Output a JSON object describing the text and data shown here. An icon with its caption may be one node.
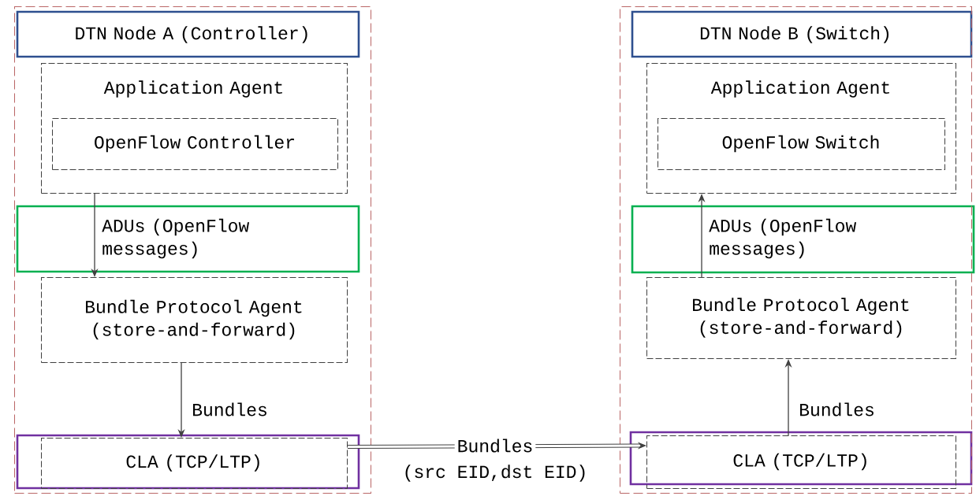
{
  "diagram": {
    "nodes": [
      {
        "text": [
          "DTN Node A (Controller)"
        ]
      },
      {
        "text": [
          "Application Agent"
        ],
        "in": 0
      },
      {
        "text": [
          "OpenFlow Controller"
        ],
        "in": 1
      },
      {
        "text": [
          "Bundle Protocol Agent (store-and-forward)"
        ],
        "in": 0
      },
      {
        "text": [
          "CLA (TCP/LTP)"
        ],
        "in": 0
      },
      {
        "text": [
          "DTN Node B (Switch)"
        ]
      },
      {
        "text": [
          "Application Agent"
        ],
        "in": 5
      },
      {
        "text": [
          "OpenFlow Switch"
        ],
        "in": 6
      },
      {
        "text": [
          "Bundle Protocol Agent (store-and-forward)"
        ],
        "in": 5
      },
      {
        "text": [
          "CLA (TCP/LTP)"
        ],
        "in": 5
      }
    ],
    "edges": [
      {
        "from": 1,
        "to": 3,
        "arrow": "to",
        "label": "ADUs (OpenFlow messages)"
      },
      {
        "from": 3,
        "to": 4,
        "arrow": "to",
        "label": "Bundles"
      },
      {
        "from": 4,
        "to": 9,
        "arrow": "to",
        "label": "Bundles",
        "style": "thick"
      },
      {
        "from": 8,
        "to": 6,
        "arrow": "to",
        "label": "ADUs (OpenFlow messages)"
      },
      {
        "from": 9,
        "to": 8,
        "arrow": "to",
        "label": "Bundles"
      }
    ],
    "labels": [
      "(src EID,dst EID)"
    ]
  }
}
